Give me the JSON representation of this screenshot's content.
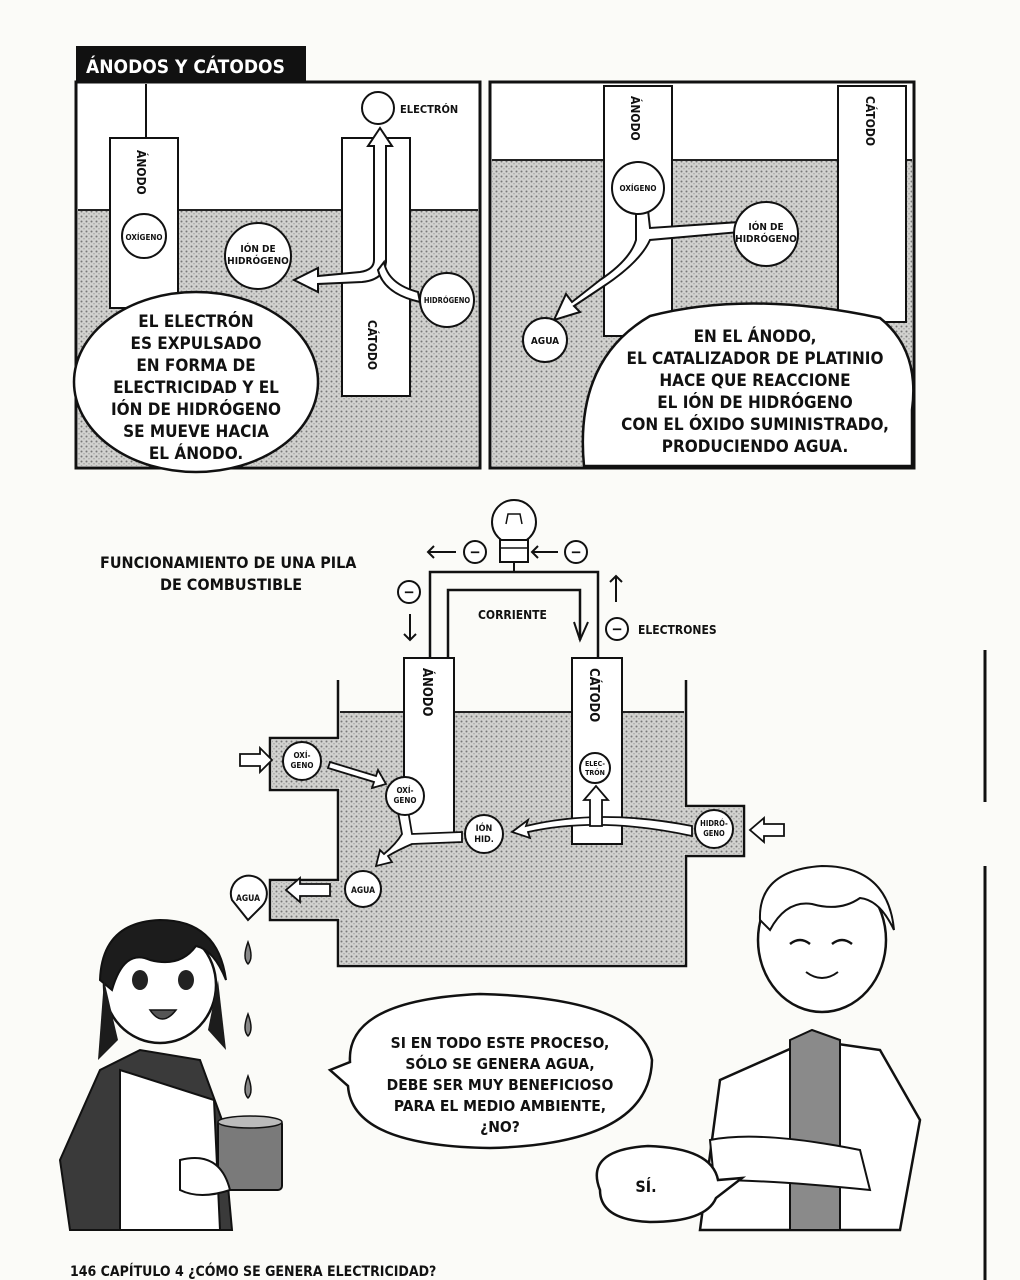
{
  "page": {
    "footer": "146  CAPÍTULO 4  ¿CÓMO SE GENERA ELECTRICIDAD?"
  },
  "panel_top_left": {
    "header": "ÁNODOS Y CÁTODOS",
    "anode_label": "ÁNODO",
    "cathode_label": "CÁTODO",
    "electron_label": "ELECTRÓN",
    "oxygen": "OXÍGENO",
    "hydrogen_ion": [
      "IÓN DE",
      "HIDRÓGENO"
    ],
    "hydrogen": "HIDRÓGENO",
    "caption_lines": [
      "EL ELECTRÓN",
      "ES EXPULSADO",
      "EN FORMA DE",
      "ELECTRICIDAD Y EL",
      "IÓN DE HIDRÓGENO",
      "SE MUEVE HACIA",
      "EL ÁNODO."
    ]
  },
  "panel_top_right": {
    "anode_label": "ÁNODO",
    "cathode_label": "CÁTODO",
    "oxygen": "OXÍGENO",
    "hydrogen_ion": [
      "IÓN DE",
      "HIDRÓGENO"
    ],
    "water": "AGUA",
    "caption_lines": [
      "EN EL ÁNODO,",
      "EL CATALIZADOR DE PLATINIO",
      "HACE QUE REACCIONE",
      "EL IÓN DE HIDRÓGENO",
      "CON EL ÓXIDO SUMINISTRADO,",
      "PRODUCIENDO AGUA."
    ]
  },
  "diagram": {
    "title_lines": [
      "FUNCIONAMIENTO DE UNA PILA",
      "DE COMBUSTIBLE"
    ],
    "current": "CORRIENTE",
    "electrons": "ELECTRONES",
    "anode": "ÁNODO",
    "cathode": "CÁTODO",
    "oxygen_in": [
      "OXÍ-",
      "GENO"
    ],
    "oxygen_at_anode": [
      "OXÍ-",
      "GENO"
    ],
    "electron": [
      "ELEC-",
      "TRÓN"
    ],
    "hydrogen_ion": [
      "IÓN",
      "HID."
    ],
    "hydrogen_in": [
      "HIDRÓ-",
      "GENO"
    ],
    "water_inner": "AGUA",
    "water_out": "AGUA",
    "minus": "−"
  },
  "dialogue": {
    "girl_lines": [
      "SI EN TODO ESTE PROCESO,",
      "SÓLO SE GENERA AGUA,",
      "DEBE SER MUY BENEFICIOSO",
      "PARA EL MEDIO AMBIENTE,",
      "¿NO?"
    ],
    "man": "SÍ."
  }
}
